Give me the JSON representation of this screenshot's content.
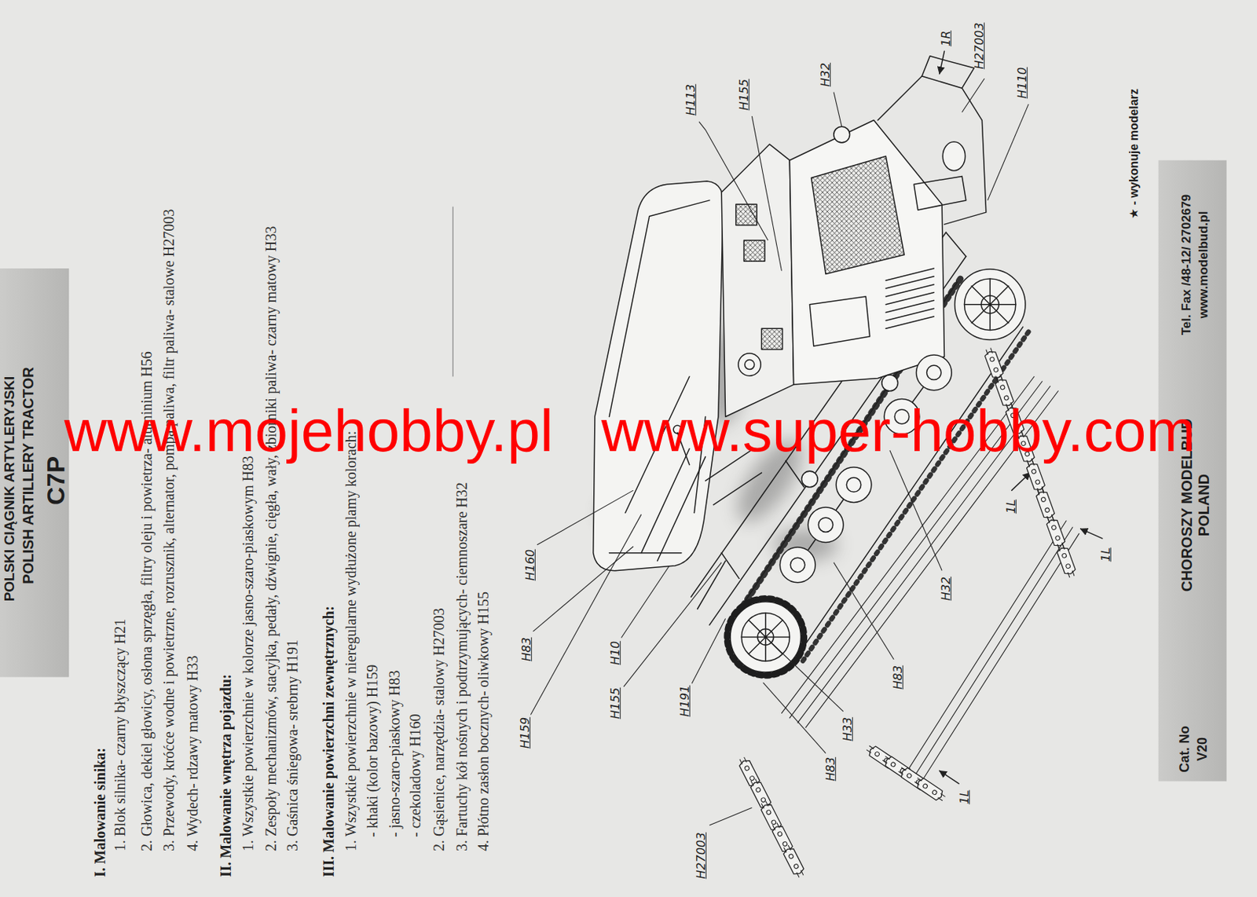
{
  "diagram": {
    "title": "POLSKI CIĄGNIK ARTYLERYJSKI",
    "labels": [
      "POLISH ARTILLERY TRACTOR",
      "C7P",
      "I. Malowanie sinika:",
      "1. Blok silnika- czarny błyszczący H21",
      "2. Głowica, dekiel głowicy, osłona sprzęgła, filtry oleju i powietrza- aluminium H56",
      "3. Przewody, króćce wodne i powietrzne, rozrusznik, alternator, pompa paliwa, filtr paliwa- stalowe H27003",
      "4. Wydech- rdzawy matowy H33",
      "II. Malowanie wnętrza pojazdu:",
      "1. Wszystkie powierzchnie w kolorze jasno-szaro-piaskowym H83",
      "2. Zespoły mechanizmów, stacyjka, pedały, dźwignie, cięgła, wały, zbiorniki paliwa- czarny matowy H33",
      "3. Gaśnica śniegowa- srebrny H191",
      "III. Malowanie powierzchni zewnętrznych:",
      "1. Wszystkie powierzchnie w nieregularne wydłużone plamy kolorach:",
      "- khaki (kolor bazowy) H159",
      "- jasno-szaro-piaskowy H83",
      "- czekoladowy H160",
      "2. Gąsienice, narzędzia- stalowy H27003",
      "3. Fartuchy kół nośnych i podtrzymujących- ciemnoszare H32",
      "4. Płótno zasłon bocznych- oliwkowy H155",
      "H113",
      "H155",
      "H32",
      "1R",
      "H27003",
      "H110",
      "H160",
      "H83",
      "H10",
      "H159",
      "H155",
      "H191",
      "H32",
      "H83",
      "H33",
      "H83",
      "H27003",
      "1L",
      "1L",
      "1L",
      "★ - wykonuje modelarz",
      "Cat. No",
      "V20",
      "CHOROSZY MODELBUD",
      "POLAND",
      "Tel. Fax /48-12/ 2702679",
      "www.modelbud.pl",
      "www.mojehobby.pl",
      "www.super-hobby.com"
    ]
  }
}
